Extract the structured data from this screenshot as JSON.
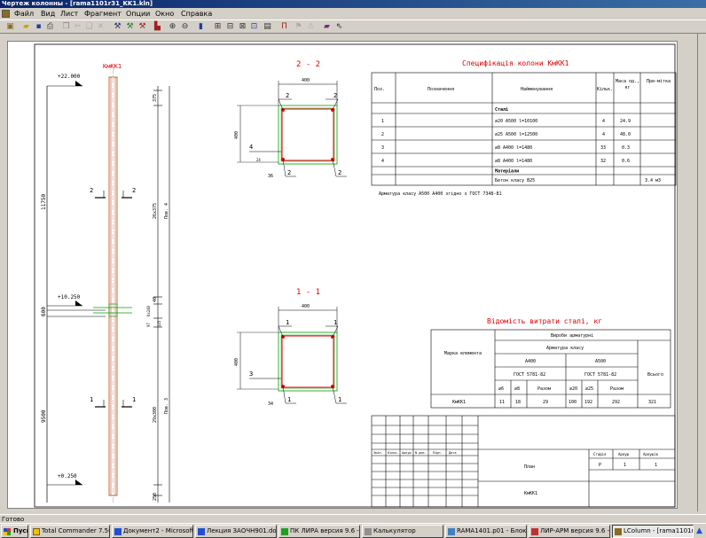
{
  "window": {
    "title": "Чертеж колонны - [rama1101r31_KK1.kln]"
  },
  "menu": [
    "Файл",
    "Вид",
    "Лист",
    "Фрагмент",
    "Опции",
    "Окно",
    "Справка"
  ],
  "status": {
    "text": "Готово"
  },
  "drawing": {
    "column_mark": "КмКК1",
    "elevations": [
      "+22.000",
      "+10.250",
      "+0.250"
    ],
    "total_height": "11750",
    "lower_height": "9500",
    "splice_dim": "600",
    "dims_right": [
      "375",
      "26x375",
      "40",
      "6x240",
      "97",
      "125",
      "29x300",
      "250"
    ],
    "floor_labels": [
      "Пов. 4",
      "Пов. 3"
    ],
    "section_marks": {
      "s2": "2",
      "s1": "1"
    },
    "sec22": {
      "title": "2 - 2",
      "width": "400",
      "height": "400",
      "cover": "36",
      "cover2": "24",
      "pos_a": "2",
      "pos_b": "4"
    },
    "sec11": {
      "title": "1 - 1",
      "width": "400",
      "height": "400",
      "cover": "34",
      "pos_a": "1",
      "pos_b": "3"
    }
  },
  "spec": {
    "title": "Специфікація колони КмКК1",
    "headers": [
      "Поз.",
      "Позначення",
      "Найменування",
      "Кільк.",
      "Маса од., кг",
      "При-мітка"
    ],
    "section_steel": "Сталі",
    "rows": [
      {
        "pos": "1",
        "name": "∅20 А500 l=10100",
        "qty": "4",
        "mass": "24.9"
      },
      {
        "pos": "2",
        "name": "∅25 А500 l=12500",
        "qty": "4",
        "mass": "48.0"
      },
      {
        "pos": "3",
        "name": "∅8 А400 l=1480",
        "qty": "33",
        "mass": "0.3"
      },
      {
        "pos": "4",
        "name": "∅8 А400 l=1480",
        "qty": "32",
        "mass": "0.6"
      }
    ],
    "section_materials": "Матеріали",
    "concrete": {
      "name": "Бетон класу В25",
      "note": "3.4 м3"
    },
    "footnote": "Арматура класу А500 А400 згідно з ГОСТ 7348-81"
  },
  "steel": {
    "title": "Відомість витрати сталі, кг",
    "mark_header": "Марка елемента",
    "products": "Вироби арматурні",
    "rebar_class": "Арматура класу",
    "classes": [
      "А400",
      "А500"
    ],
    "gosts": [
      "ГОСТ 5781-82",
      "ГОСТ 5781-82"
    ],
    "subheaders": [
      "∅6",
      "∅8",
      "Разом",
      "∅20",
      "∅25",
      "Разом"
    ],
    "total_header": "Всього",
    "row": {
      "mark": "КмКК1",
      "vals": [
        "11",
        "18",
        "29",
        "100",
        "192",
        "292"
      ],
      "total": "321"
    }
  },
  "stamp": {
    "labels": [
      "Змін.",
      "Кільк.",
      "Аркуш",
      "N док.",
      "Підп.",
      "Дата"
    ],
    "stage_headers": [
      "Стадія",
      "Аркуш",
      "Аркушів"
    ],
    "stage_vals": [
      "Р",
      "1",
      "1"
    ],
    "plan": "План",
    "mark": "КмКК1"
  },
  "taskbar": {
    "start": "Пуск",
    "items": [
      "Total Commander 7.50a ...",
      "Документ2 - Microsoft ...",
      "Лекция ЗАОЧН901.doc ...",
      "ПК ЛИРА версия 9.6 - [...",
      "Калькулятор",
      "RAMA1401.p01 - Блокнот",
      "ЛИР-АРМ версия 9.6 - [...",
      "LColumn - [rama1101r31..."
    ]
  },
  "colors": {
    "red": "#e00000",
    "green": "#00a000",
    "title_start": "#0a246a",
    "title_end": "#3a6ea5"
  }
}
